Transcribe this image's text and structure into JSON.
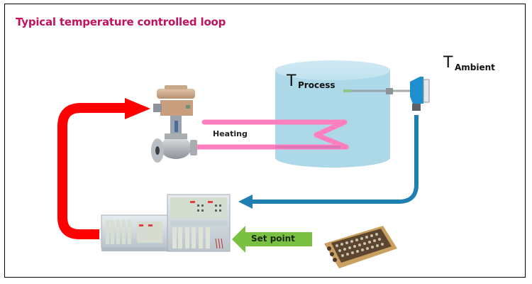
{
  "title": "Typical temperature controlled loop",
  "labels": {
    "t_process_main": "T",
    "t_process_sub": "Process",
    "t_ambient_main": "T",
    "t_ambient_sub": "Ambient",
    "heating": "Heating",
    "set_point": "Set point"
  },
  "components": [
    {
      "name": "control-valve",
      "description": "Pneumatic control valve with positioner"
    },
    {
      "name": "process-tank",
      "description": "Process vessel (cylindrical tank)"
    },
    {
      "name": "temperature-transmitter",
      "description": "Temperature sensor/transmitter head"
    },
    {
      "name": "controller-rack-small",
      "description": "Control system rack"
    },
    {
      "name": "controller-rack-main",
      "description": "Control system rack with displays"
    },
    {
      "name": "keyboard",
      "description": "Operator keyboard"
    }
  ],
  "signals": [
    {
      "name": "output-signal",
      "from": "controller",
      "to": "control-valve",
      "color": "#ff0000"
    },
    {
      "name": "measurement-signal",
      "from": "temperature-transmitter",
      "to": "controller",
      "color": "#1f7fb0"
    },
    {
      "name": "set-point-signal",
      "from": "operator",
      "to": "controller",
      "color": "#7ac143"
    }
  ],
  "colors": {
    "title": "#c0135e",
    "heating_pipe": "#ff7fbf",
    "tank": "#add8e6",
    "red_arrow": "#ff0000",
    "blue_arrow": "#1f7fb0",
    "green_arrow": "#7ac143"
  }
}
